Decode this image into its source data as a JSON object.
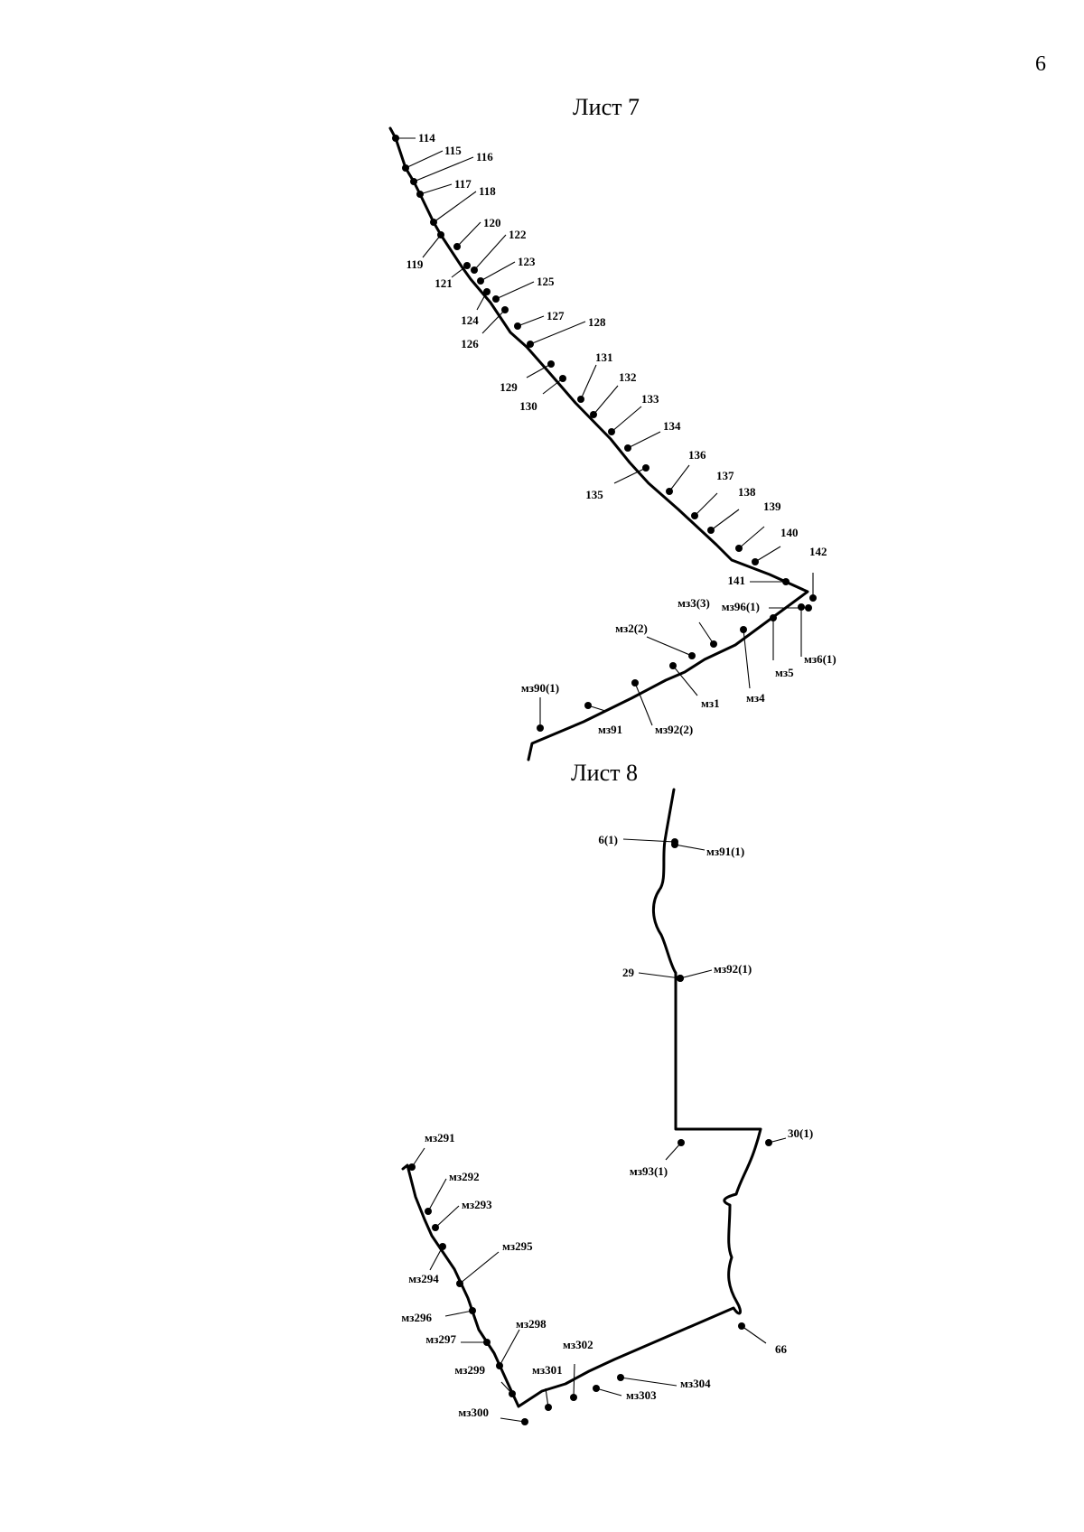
{
  "page_number": "6",
  "sheets": [
    {
      "id": "sheet7",
      "title": "Лист 7",
      "points": [
        {
          "label": "114"
        },
        {
          "label": "115"
        },
        {
          "label": "116"
        },
        {
          "label": "117"
        },
        {
          "label": "118"
        },
        {
          "label": "119"
        },
        {
          "label": "120"
        },
        {
          "label": "121"
        },
        {
          "label": "122"
        },
        {
          "label": "123"
        },
        {
          "label": "124"
        },
        {
          "label": "125"
        },
        {
          "label": "126"
        },
        {
          "label": "127"
        },
        {
          "label": "128"
        },
        {
          "label": "129"
        },
        {
          "label": "130"
        },
        {
          "label": "131"
        },
        {
          "label": "132"
        },
        {
          "label": "133"
        },
        {
          "label": "134"
        },
        {
          "label": "135"
        },
        {
          "label": "136"
        },
        {
          "label": "137"
        },
        {
          "label": "138"
        },
        {
          "label": "139"
        },
        {
          "label": "140"
        },
        {
          "label": "141"
        },
        {
          "label": "142"
        },
        {
          "label": "мз96(1)"
        },
        {
          "label": "мз6(1)"
        },
        {
          "label": "мз5"
        },
        {
          "label": "мз4"
        },
        {
          "label": "мз3(3)"
        },
        {
          "label": "мз2(2)"
        },
        {
          "label": "мз1"
        },
        {
          "label": "мз92(2)"
        },
        {
          "label": "мз91"
        },
        {
          "label": "мз90(1)"
        }
      ]
    },
    {
      "id": "sheet8",
      "title": "Лист 8",
      "points": [
        {
          "label": "6(1)"
        },
        {
          "label": "мз91(1)"
        },
        {
          "label": "29"
        },
        {
          "label": "мз92(1)"
        },
        {
          "label": "мз93(1)"
        },
        {
          "label": "30(1)"
        },
        {
          "label": "66"
        },
        {
          "label": "мз304"
        },
        {
          "label": "мз303"
        },
        {
          "label": "мз302"
        },
        {
          "label": "мз301"
        },
        {
          "label": "мз300"
        },
        {
          "label": "мз299"
        },
        {
          "label": "мз298"
        },
        {
          "label": "мз297"
        },
        {
          "label": "мз296"
        },
        {
          "label": "мз295"
        },
        {
          "label": "мз294"
        },
        {
          "label": "мз293"
        },
        {
          "label": "мз292"
        },
        {
          "label": "мз291"
        }
      ]
    }
  ]
}
